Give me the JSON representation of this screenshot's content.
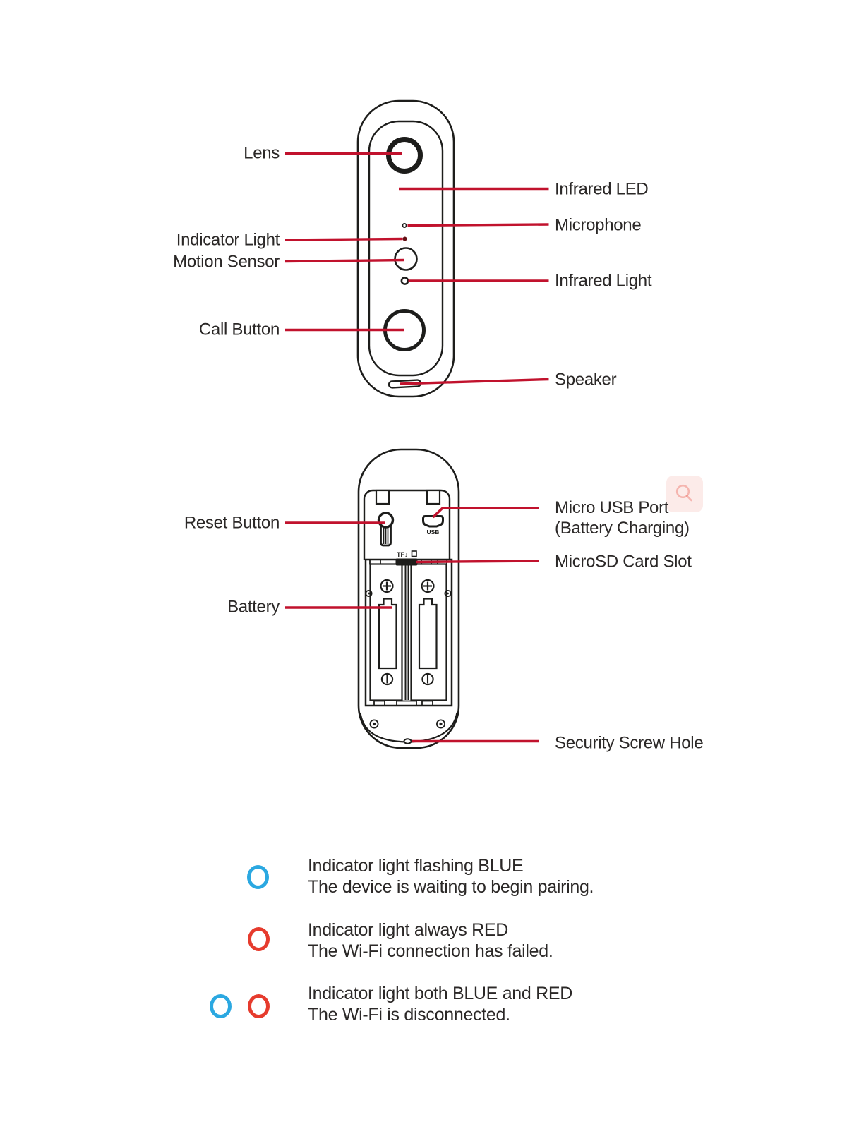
{
  "front_view": {
    "lens": "Lens",
    "indicator_light": "Indicator Light",
    "motion_sensor": "Motion Sensor",
    "call_button": "Call Button",
    "infrared_led": "Infrared LED",
    "microphone": "Microphone",
    "infrared_light": "Infrared Light",
    "speaker": "Speaker"
  },
  "back_view": {
    "reset_button": "Reset Button",
    "battery": "Battery",
    "micro_usb_line1": "Micro USB Port",
    "micro_usb_line2": "(Battery Charging)",
    "microsd_card_slot": "MicroSD Card Slot",
    "security_screw_hole": "Security Screw Hole",
    "usb_engraving": "USB",
    "tf_engraving": "TF↓"
  },
  "legend": {
    "items": [
      {
        "lights": [
          "blue"
        ],
        "title": "Indicator light flashing BLUE",
        "desc": "The device is waiting to begin pairing."
      },
      {
        "lights": [
          "red"
        ],
        "title": "Indicator light always RED",
        "desc": "The Wi-Fi connection has failed."
      },
      {
        "lights": [
          "blue",
          "red"
        ],
        "title": "Indicator light both BLUE and RED",
        "desc": "The Wi-Fi is disconnected."
      }
    ]
  },
  "colors": {
    "leader_line_red": "#c1122d",
    "legend_blue": "#2ba8e1",
    "legend_red": "#e63b2d",
    "line_art_ink": "#1d1d1b",
    "label_text": "#2b2827",
    "watermark_pink": "#e6392c"
  }
}
